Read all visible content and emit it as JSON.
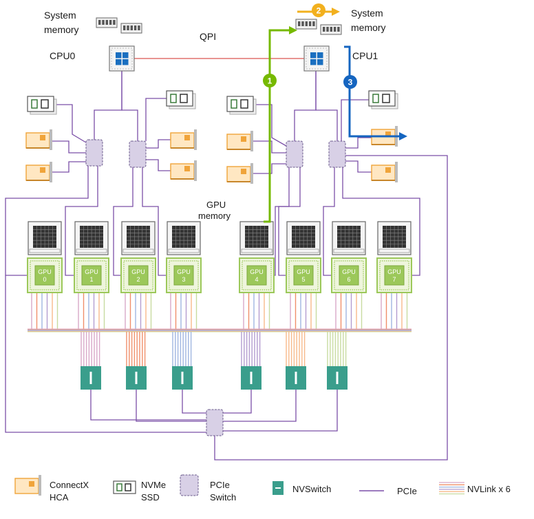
{
  "labels": {
    "system_memory_left": [
      "System",
      "memory"
    ],
    "system_memory_right": [
      "System",
      "memory"
    ],
    "cpu0": "CPU0",
    "cpu1": "CPU1",
    "qpi": "QPI",
    "gpu_memory": [
      "GPU",
      "memory"
    ]
  },
  "gpus": [
    {
      "label": "GPU",
      "index": "0"
    },
    {
      "label": "GPU",
      "index": "1"
    },
    {
      "label": "GPU",
      "index": "2"
    },
    {
      "label": "GPU",
      "index": "3"
    },
    {
      "label": "GPU",
      "index": "4"
    },
    {
      "label": "GPU",
      "index": "5"
    },
    {
      "label": "GPU",
      "index": "6"
    },
    {
      "label": "GPU",
      "index": "7"
    }
  ],
  "paths": [
    {
      "number": "1",
      "color": "#76b900"
    },
    {
      "number": "2",
      "color": "#f2b01e"
    },
    {
      "number": "3",
      "color": "#1565c0"
    }
  ],
  "legend": {
    "connectx": [
      "ConnectX",
      "HCA"
    ],
    "nvme": [
      "NVMe",
      "SSD"
    ],
    "pcie_switch": [
      "PCIe",
      "Switch"
    ],
    "nvswitch": "NVSwitch",
    "pcie": "PCIe",
    "nvlink": "NVLink x 6"
  },
  "colors": {
    "pcie_line": "#7b4fa8",
    "qpi_line": "#d9534f",
    "gpu_green": "#9cc85a",
    "nvswitch": "#3a9e8c",
    "hca_orange": "#f0a43a",
    "cpu_blue": "#1a6fc0",
    "switch_fill": "#d8d0e6"
  },
  "nvlink_colors": [
    "#d8a7c8",
    "#f08f6a",
    "#9fb5e0",
    "#b39ccf",
    "#f7b98a",
    "#c8dba0"
  ]
}
